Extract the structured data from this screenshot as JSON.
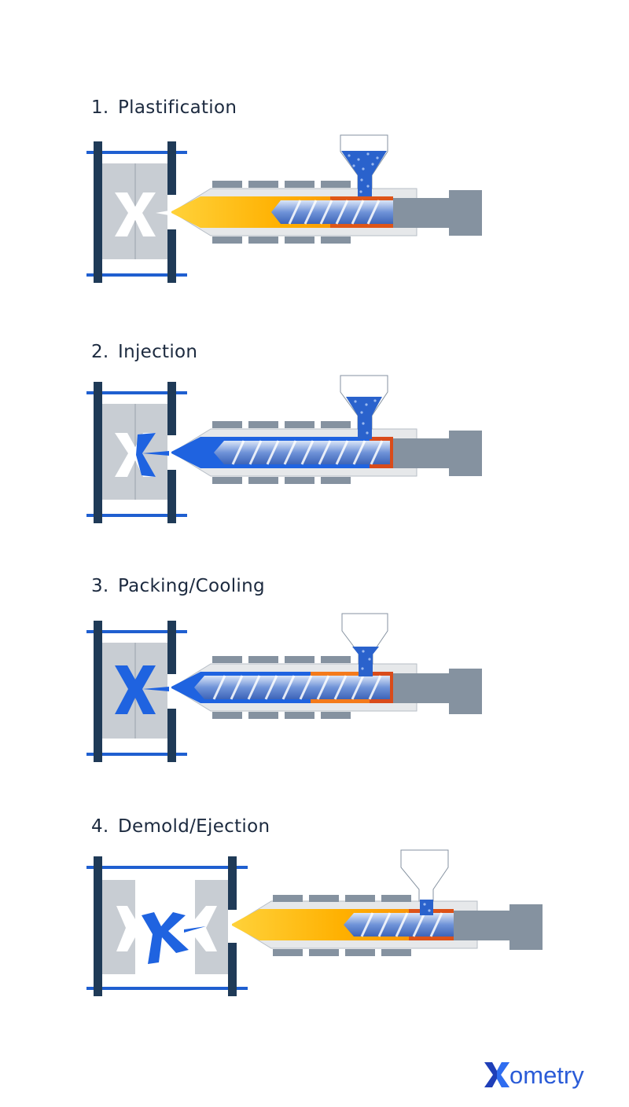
{
  "stages": [
    {
      "number": "1.",
      "label": "Plastification",
      "variant": "plastification"
    },
    {
      "number": "2.",
      "label": "Injection",
      "variant": "injection"
    },
    {
      "number": "3.",
      "label": "Packing/Cooling",
      "variant": "packing"
    },
    {
      "number": "4.",
      "label": "Demold/Ejection",
      "variant": "demold"
    }
  ],
  "brand": {
    "logo_text": "ometry",
    "logo_mark": "X"
  },
  "colors": {
    "frame": "#1f3a57",
    "tie_bar": "#1f5fd0",
    "mold": "#c8cdd3",
    "barrel": "#e6e8ea",
    "heater": "#8592a0",
    "drive": "#8592a0",
    "melt_start": "#ffb400",
    "melt_end": "#f47a1a",
    "hot_zone": "#d94b1a",
    "plastic_blue": "#1f63e0",
    "pellet": "#2a62cc",
    "text": "#1c2a3f"
  }
}
